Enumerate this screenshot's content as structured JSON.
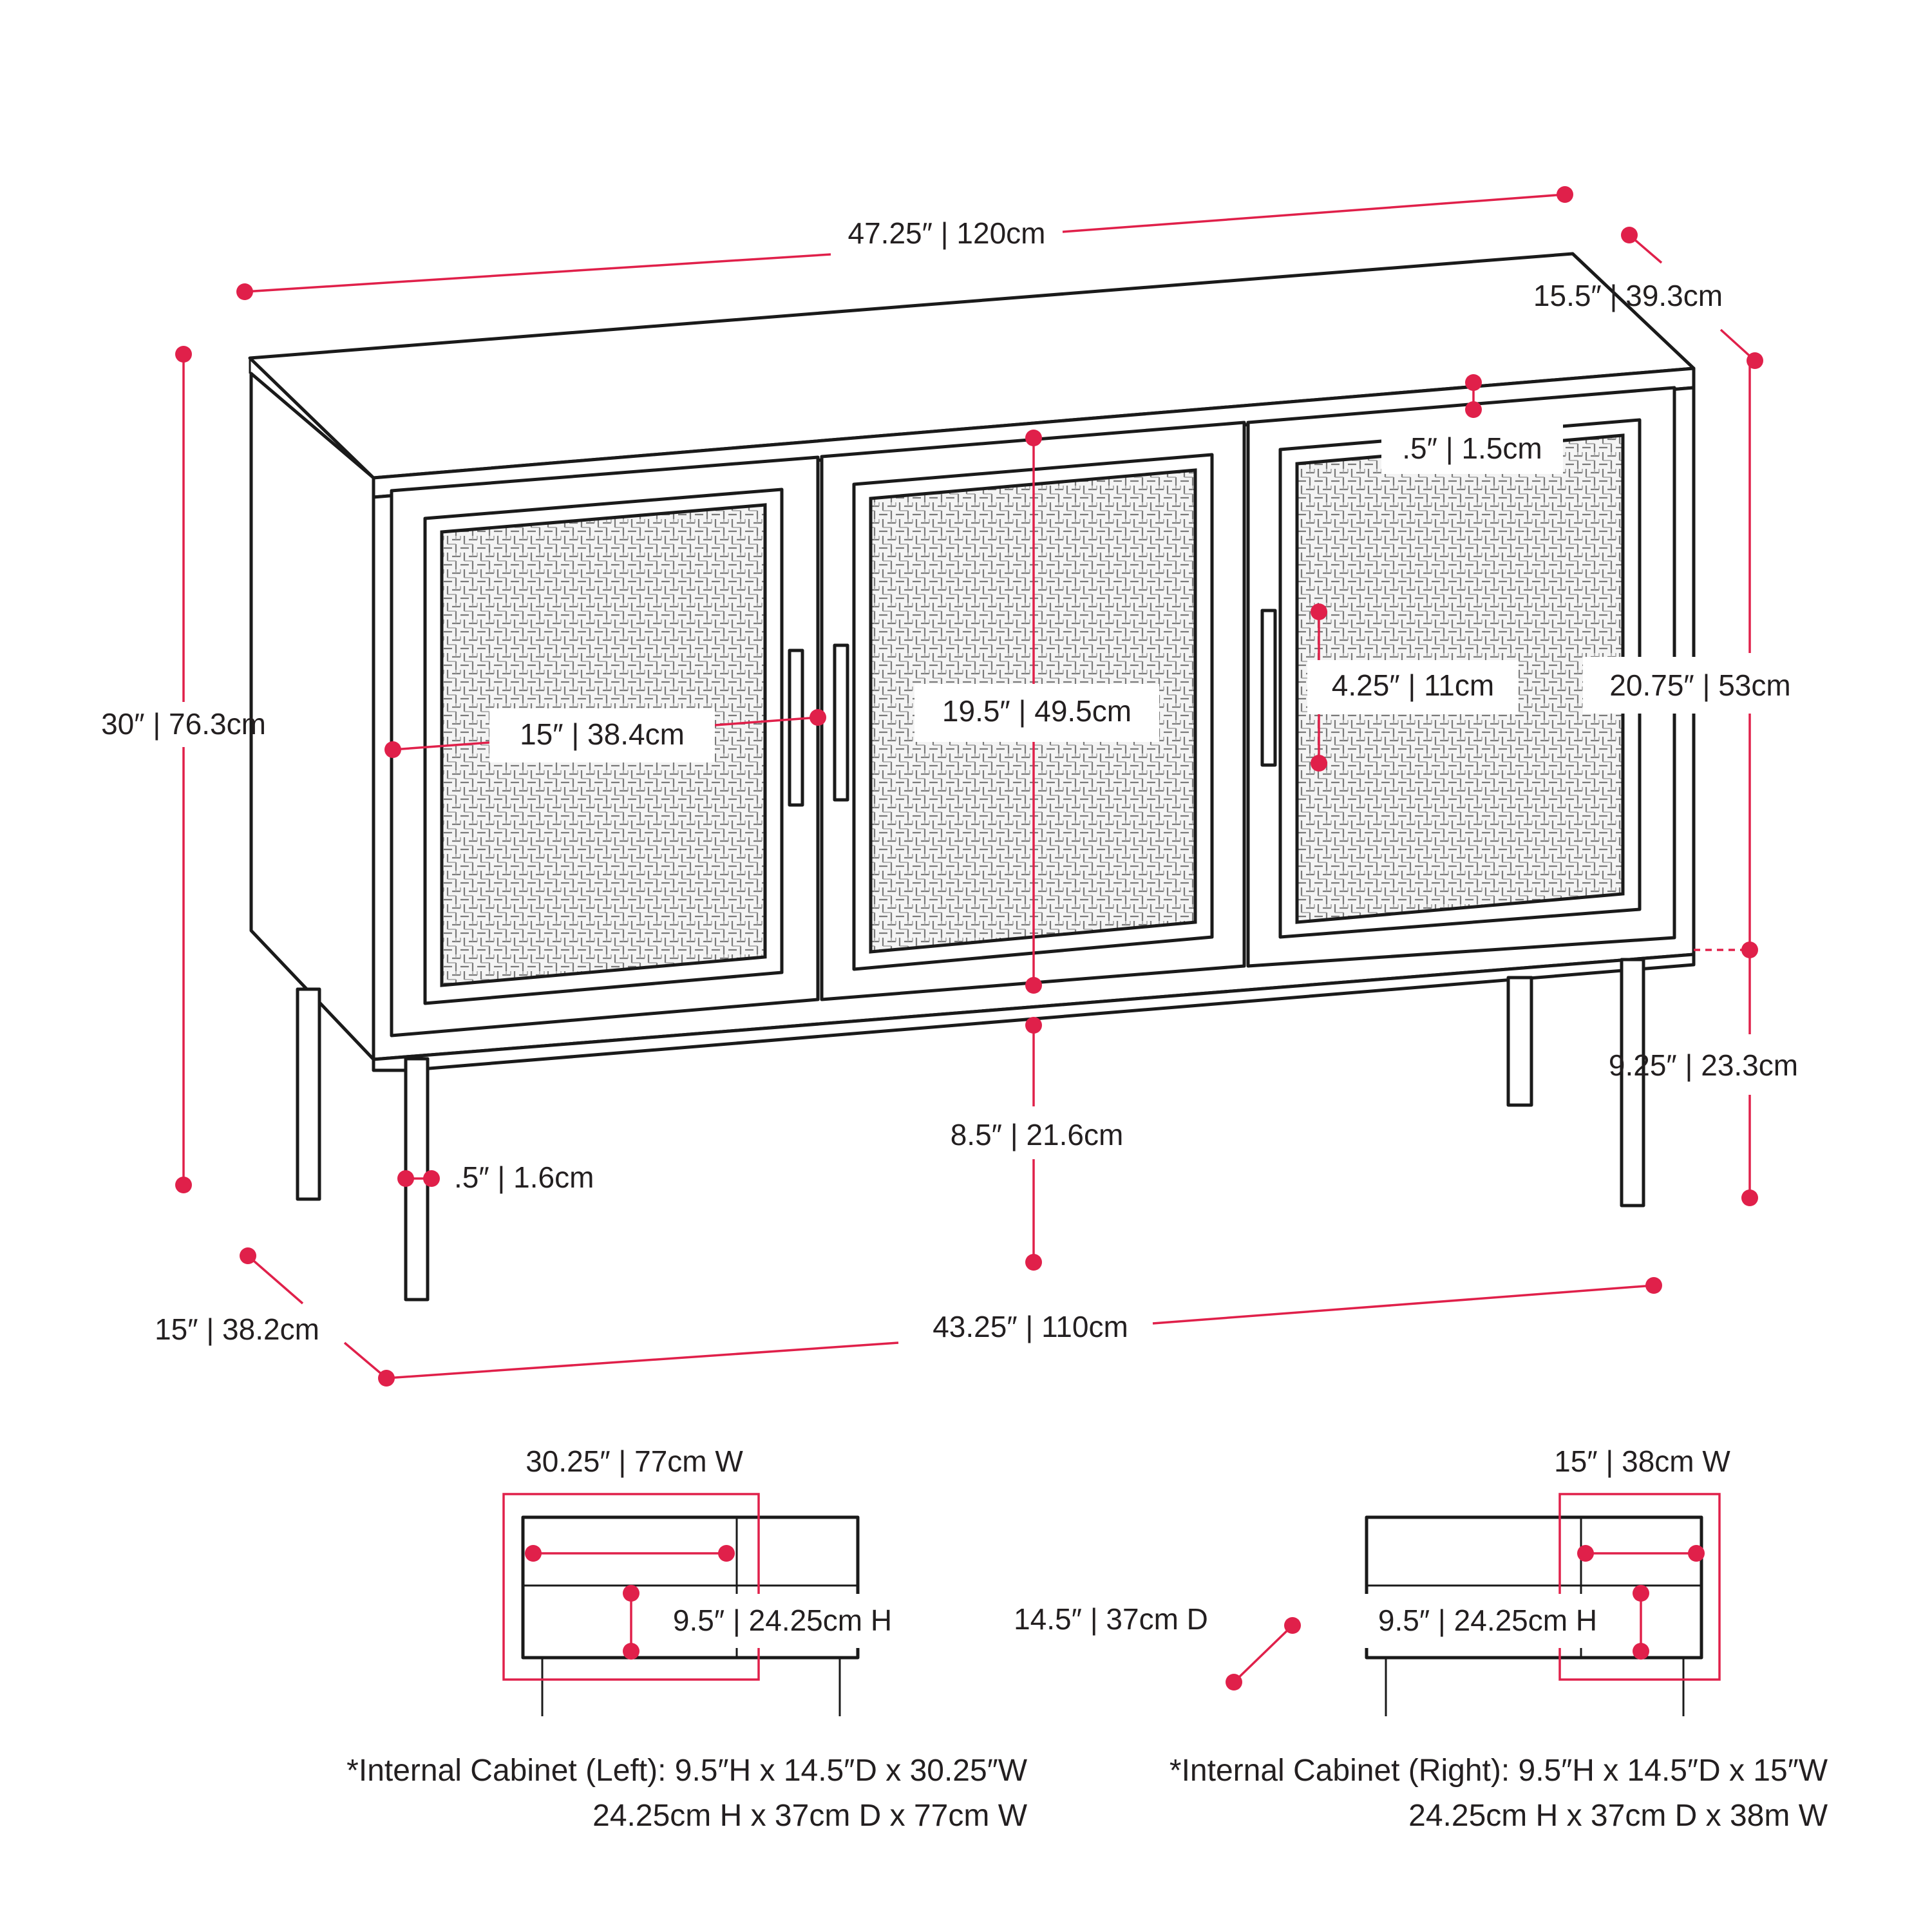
{
  "colors": {
    "accent": "#e0204a",
    "line": "#1a1a1a",
    "text": "#231f20",
    "background": "#ffffff"
  },
  "dimensions": {
    "overall_width": "47.25″ | 120cm",
    "top_depth": "15.5″ | 39.3cm",
    "overall_height": "30″ | 76.3cm",
    "door_width": "15″ | 38.4cm",
    "door_height": "19.5″ | 49.5cm",
    "handle_length": "4.25″ | 11cm",
    "top_thickness": ".5″ | 1.5cm",
    "body_height": "20.75″ | 53cm",
    "leg_height": "9.25″ | 23.3cm",
    "ground_clearance": "8.5″ | 21.6cm",
    "leg_width": ".5″ | 1.6cm",
    "base_depth": "15″ | 38.2cm",
    "base_width": "43.25″ | 110cm"
  },
  "internal": {
    "left_width": "30.25″ | 77cm W",
    "left_height": "9.5″ | 24.25cm H",
    "depth": "14.5″ | 37cm D",
    "right_width": "15″ | 38cm W",
    "right_height": "9.5″ | 24.25cm H"
  },
  "notes": {
    "left_line1": "*Internal Cabinet (Left): 9.5″H x 14.5″D x 30.25″W",
    "left_line2": "24.25cm H x 37cm D x 77cm W",
    "right_line1": "*Internal Cabinet (Right): 9.5″H x 14.5″D x 15″W",
    "right_line2": "24.25cm H x 37cm D x 38m W"
  }
}
